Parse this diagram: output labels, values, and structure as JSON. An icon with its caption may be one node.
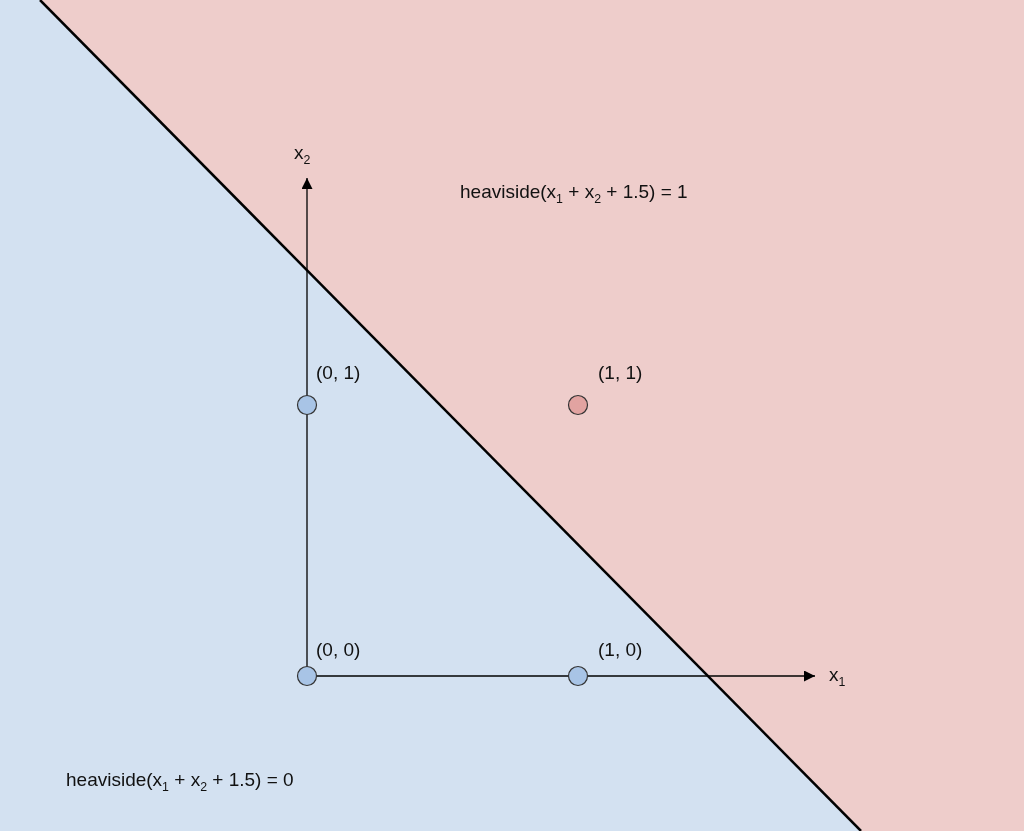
{
  "diagram": {
    "nodes": [
      {
        "text": [],
        "shape": "circle",
        "beside": [
          "(0, 1)"
        ]
      },
      {
        "text": [],
        "shape": "circle",
        "beside": [
          "(1, 1)"
        ]
      },
      {
        "text": [],
        "shape": "circle",
        "beside": [
          "(0, 0)"
        ]
      },
      {
        "text": [],
        "shape": "circle",
        "beside": [
          "(1, 0)"
        ]
      }
    ],
    "labels": [
      "x$_{2}$",
      "heaviside(x$_{1}$ + x$_{2}$ + 1.5) = 1",
      "x$_{1}$",
      "heaviside(x$_{1}$ + x$_{2}$ + 1.5) = 0"
    ]
  }
}
